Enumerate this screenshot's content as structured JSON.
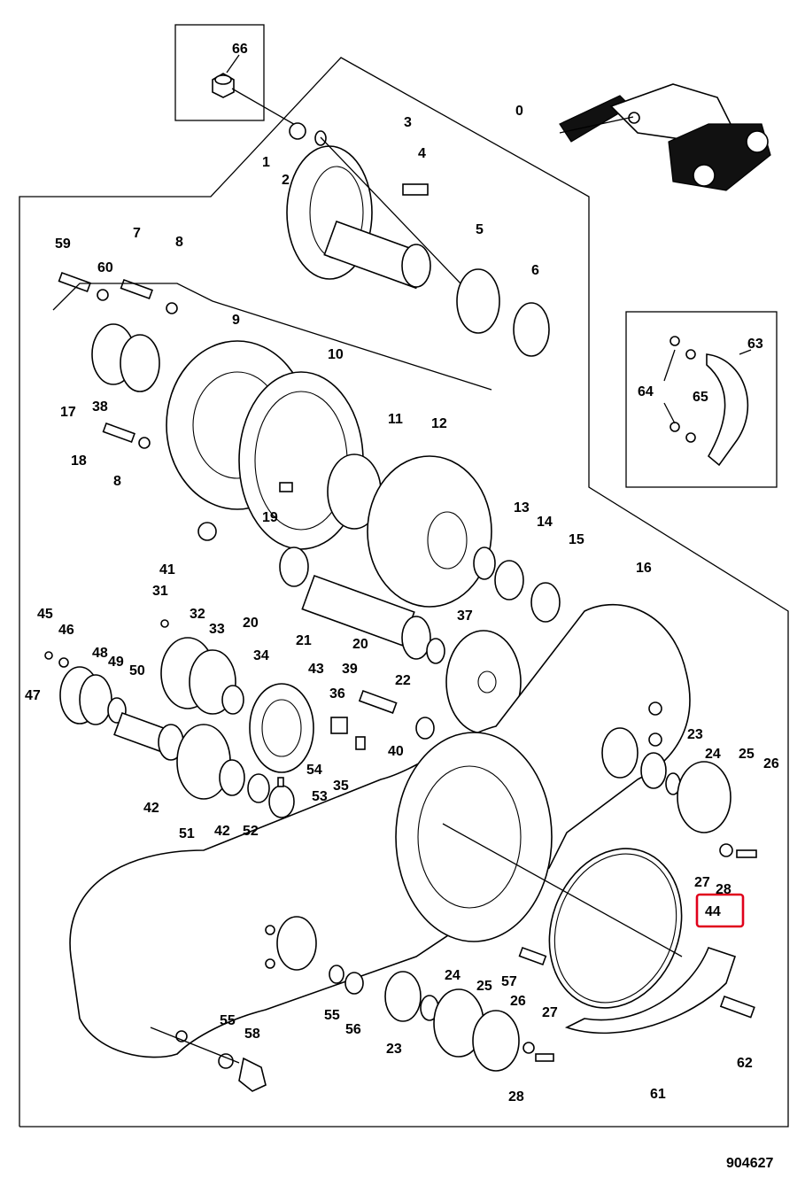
{
  "drawing_number": "904627",
  "highlighted_label": "44",
  "labels": [
    "0",
    "1",
    "2",
    "3",
    "4",
    "5",
    "6",
    "7",
    "8",
    "8",
    "9",
    "10",
    "11",
    "12",
    "13",
    "14",
    "15",
    "16",
    "17",
    "18",
    "19",
    "20",
    "20",
    "21",
    "22",
    "23",
    "23",
    "24",
    "24",
    "25",
    "25",
    "26",
    "26",
    "27",
    "27",
    "28",
    "28",
    "31",
    "32",
    "33",
    "34",
    "35",
    "36",
    "37",
    "38",
    "39",
    "40",
    "41",
    "42",
    "42",
    "43",
    "44",
    "45",
    "46",
    "47",
    "48",
    "49",
    "50",
    "51",
    "52",
    "53",
    "54",
    "55",
    "55",
    "56",
    "57",
    "58",
    "59",
    "60",
    "61",
    "62",
    "63",
    "64",
    "65",
    "66"
  ]
}
